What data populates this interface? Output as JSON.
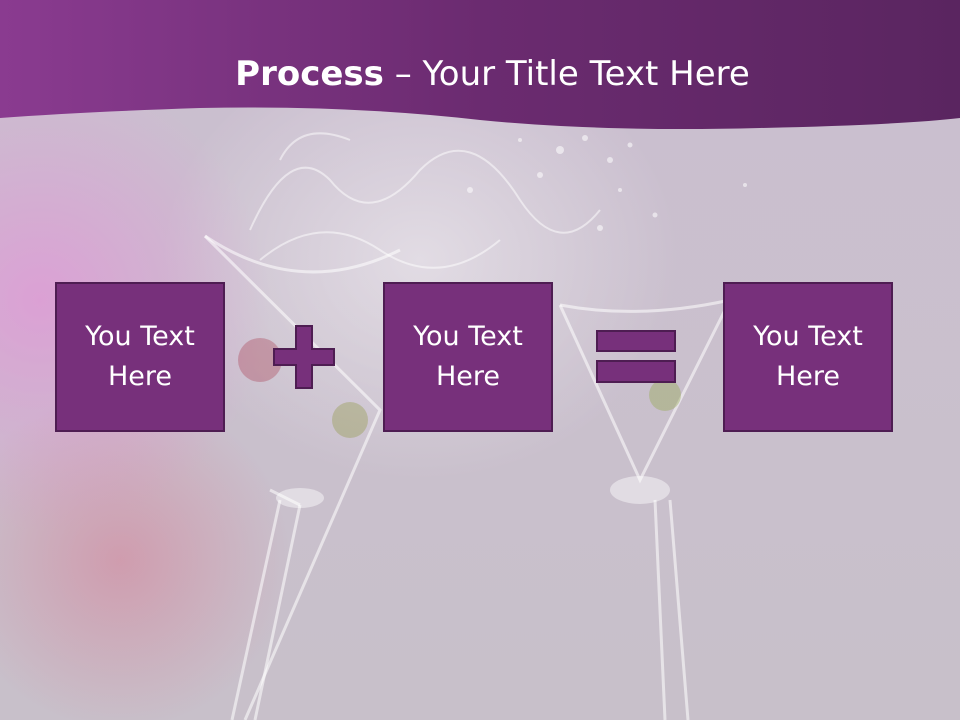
{
  "slide": {
    "title_bold": "Process",
    "title_sep": " – ",
    "title_rest": "Your Title Text Here"
  },
  "process": {
    "box1": "You Text Here",
    "box2": "You Text Here",
    "box3": "You Text Here",
    "operator1": "plus",
    "operator2": "equals"
  },
  "colors": {
    "header_purple": "#6a2a6f",
    "box_fill": "#77307b",
    "box_border": "#4e1d52",
    "title_text": "#ffffff"
  }
}
